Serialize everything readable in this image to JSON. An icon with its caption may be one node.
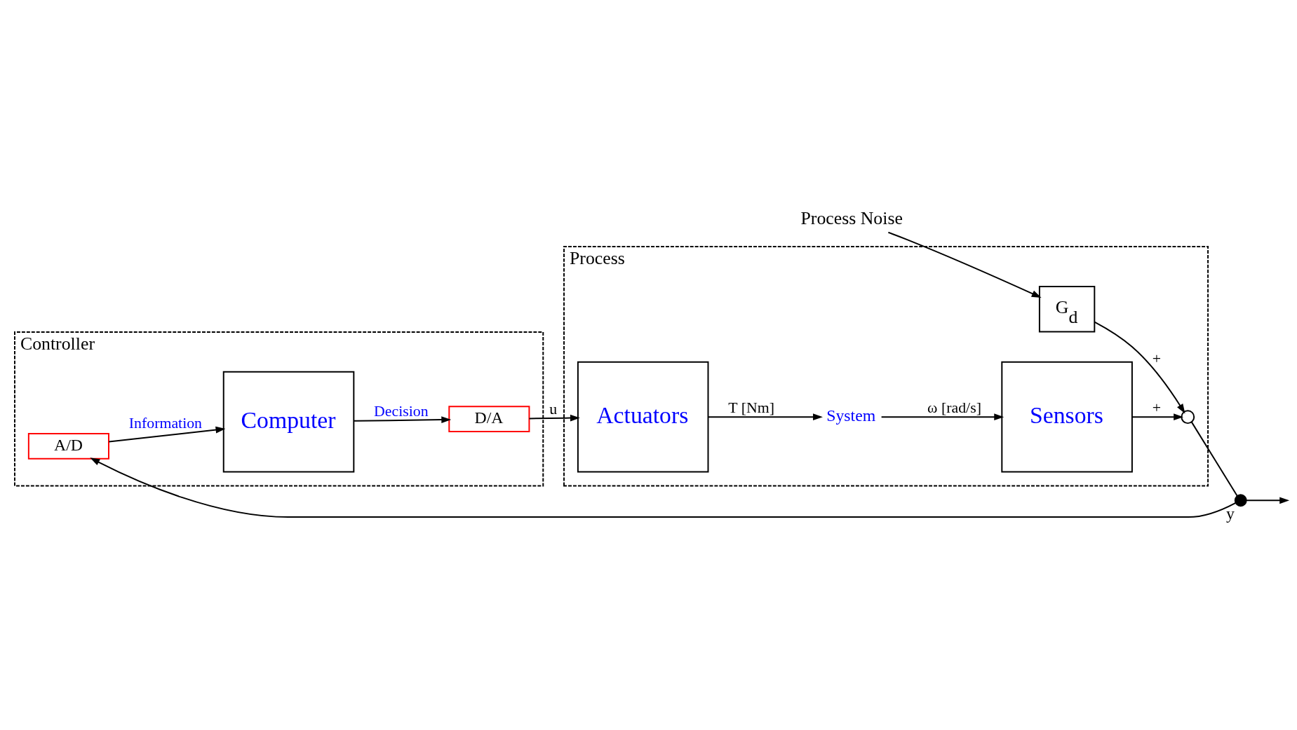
{
  "diagram": {
    "nodes": [
      {
        "text": [
          "Process Noise"
        ]
      },
      {
        "text": [
          "Process"
        ]
      },
      {
        "text": [
          "Actuators"
        ],
        "in": 1
      },
      {
        "text": [
          "System"
        ],
        "in": 1
      },
      {
        "text": [
          "Sensors"
        ],
        "in": 1
      },
      {
        "text": [
          "G$_{d}$"
        ],
        "in": 1
      },
      {
        "text": [],
        "shape": "circle",
        "in": 1
      },
      {
        "text": [],
        "shape": "circle",
        "beside": [
          "y"
        ]
      },
      {
        "text": [
          "Controller"
        ]
      },
      {
        "text": [
          "D/A"
        ],
        "in": 8
      },
      {
        "text": [
          "Computer"
        ],
        "in": 8
      },
      {
        "text": [
          "A/D"
        ],
        "in": 8
      }
    ],
    "edges": [
      {
        "from": 9,
        "to": 2,
        "arrow": "to",
        "label": "u"
      },
      {
        "from": 2,
        "to": 3,
        "arrow": "to",
        "label": "T [Nm]"
      },
      {
        "from": 3,
        "to": 4,
        "arrow": "to",
        "label": "ω [rad/s]"
      },
      {
        "from": 0,
        "to": 5,
        "arrow": "to"
      },
      {
        "from": 5,
        "to": 6,
        "arrow": "to",
        "label": "+"
      },
      {
        "from": 4,
        "to": 6,
        "arrow": "to",
        "label": "+"
      },
      {
        "from": 6,
        "to": 7,
        "arrow": "none"
      },
      {
        "from": 7,
        "to": null,
        "arrow": "to"
      },
      {
        "from": 7,
        "to": 11,
        "arrow": "to"
      },
      {
        "from": 11,
        "to": 10,
        "arrow": "to",
        "label": "Information"
      },
      {
        "from": 10,
        "to": 9,
        "arrow": "to",
        "label": "Decision"
      }
    ]
  }
}
